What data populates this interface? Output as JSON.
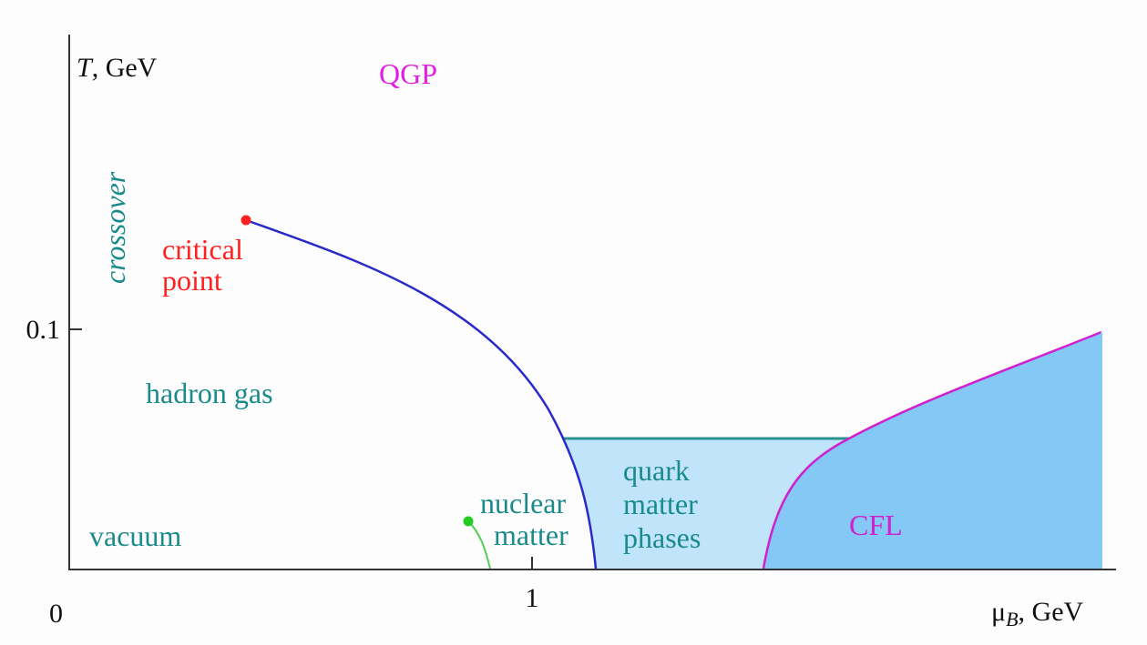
{
  "axes": {
    "x_label": "μ",
    "x_label_sub": "B",
    "x_label_unit": ", GeV",
    "y_label_var": "T",
    "y_label_unit": ", GeV",
    "origin_label": "0",
    "x_tick_label": "1",
    "y_tick_label": "0.1"
  },
  "regions": {
    "qgp": "QGP",
    "crossover": "crossover",
    "critical_point_line1": "critical",
    "critical_point_line2": "point",
    "hadron_gas": "hadron gas",
    "vacuum": "vacuum",
    "nuclear_matter_line1": "nuclear",
    "nuclear_matter_line2": "matter",
    "quark_line1": "quark",
    "quark_line2": "matter",
    "quark_line3": "phases",
    "cfl": "CFL"
  },
  "colors": {
    "background": "#fdfdfd",
    "axis": "#333333",
    "teal_text": "#1a8a8a",
    "critical_point": "#ff2020",
    "qgp_text": "#e020e0",
    "phase_boundary": "#2a2ac8",
    "quark_region": "#c0e4fa",
    "cfl_region": "#84c8f6",
    "cfl_boundary": "#d020d0",
    "quark_top_line": "#2a9090",
    "nuclear_point": "#22cc22",
    "nuclear_line": "#55cc55"
  }
}
